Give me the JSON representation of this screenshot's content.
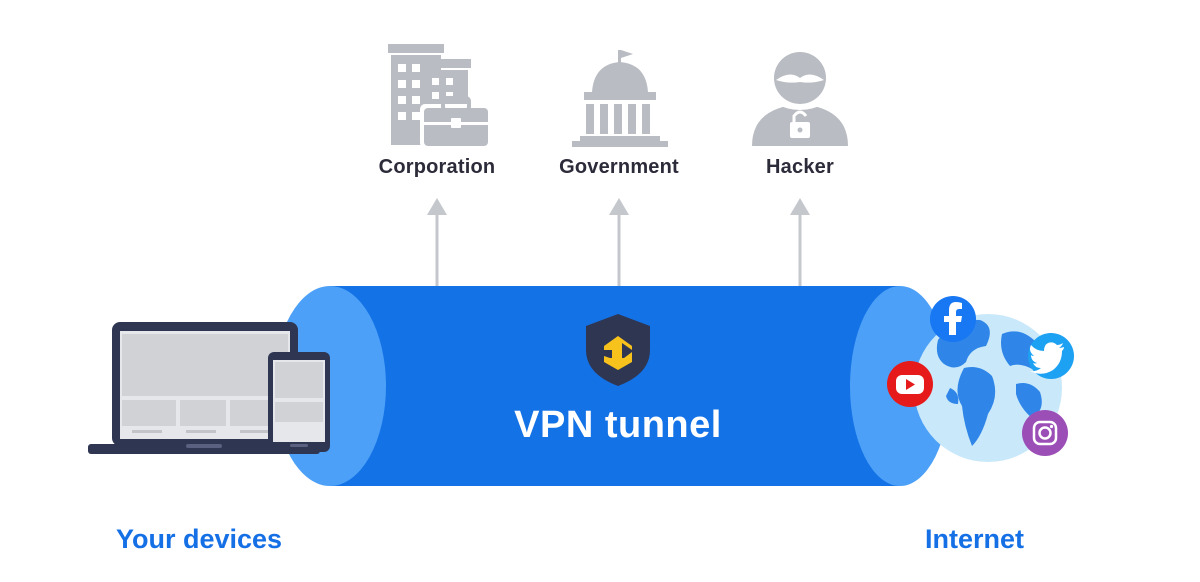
{
  "observers": {
    "corporation": {
      "label": "Corporation",
      "icon": "office-building-briefcase-icon"
    },
    "government": {
      "label": "Government",
      "icon": "government-building-icon"
    },
    "hacker": {
      "label": "Hacker",
      "icon": "hacker-icon"
    }
  },
  "tunnel": {
    "label": "VPN tunnel",
    "icon": "vpn-shield-icon"
  },
  "endpoints": {
    "devices": {
      "label": "Your devices",
      "icon": "laptop-phone-icon"
    },
    "internet": {
      "label": "Internet",
      "icon": "globe-icon"
    }
  },
  "social_icons": [
    "facebook-icon",
    "twitter-icon",
    "youtube-icon",
    "instagram-icon"
  ],
  "colors": {
    "tunnel_blue": "#1372e6",
    "tunnel_edge": "#4ca0f7",
    "label_blue": "#1570e6",
    "icon_gray": "#b9bcc2",
    "text_dark": "#2b2b3a",
    "shield_dark": "#2f3652",
    "shield_yellow": "#f8c21c"
  }
}
